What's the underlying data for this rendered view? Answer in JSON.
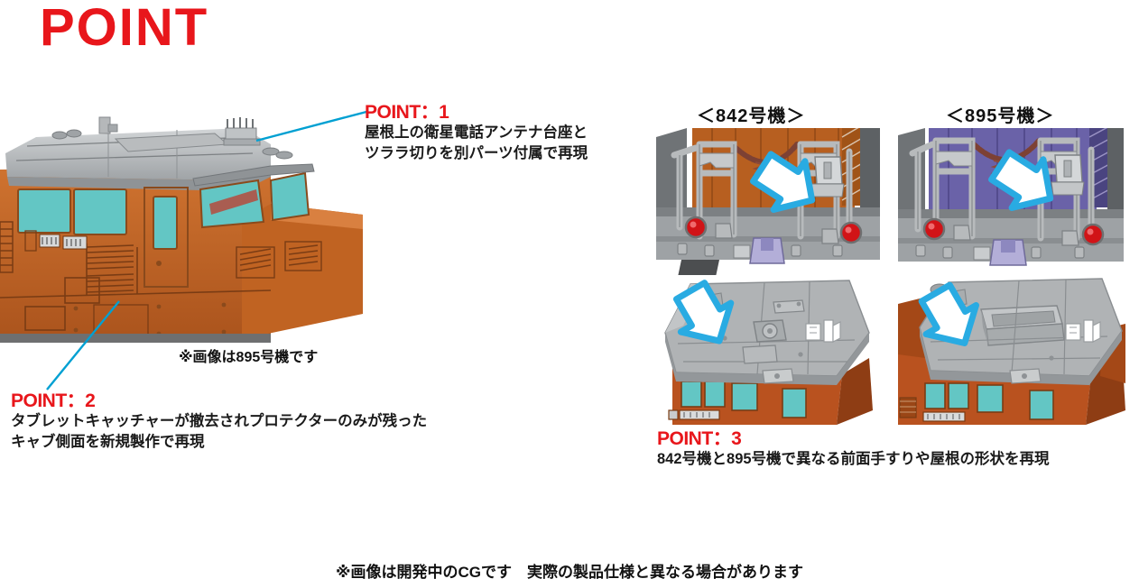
{
  "page": {
    "title": "POINT",
    "disclaimer": "※画像は開発中のCGです　実際の製品仕様と異なる場合があります"
  },
  "points": [
    {
      "id": "point1",
      "label": "POINT：1",
      "lines": [
        "屋根上の衛星電話アンテナ台座と",
        "ツララ切りを別パーツ付属で再現"
      ]
    },
    {
      "id": "point2",
      "label": "POINT：2",
      "lines": [
        "タブレットキャッチャーが撤去されプロテクターのみが残った",
        "キャブ側面を新規製作で再現"
      ]
    },
    {
      "id": "point3",
      "label": "POINT：3",
      "lines": [
        "842号機と895号機で異なる前面手すりや屋根の形状を再現"
      ]
    }
  ],
  "captions": {
    "main_image": "※画像は895号機です"
  },
  "variants": [
    {
      "id": "842",
      "header": "＜842号機＞"
    },
    {
      "id": "895",
      "header": "＜895号機＞"
    }
  ],
  "images": {
    "main": "locomotive-cab-side-cg",
    "front_842": "front-handrail-842-cg",
    "front_895": "front-handrail-895-cg",
    "roof_842": "roof-shape-842-cg",
    "roof_895": "roof-shape-895-cg"
  },
  "colors": {
    "accent_red": "#e8161b",
    "arrow_cyan": "#29abe2",
    "body_orange": "#c86a27",
    "body_purple": "#6a62a8",
    "roof_gray": "#b0b3b5",
    "window_teal": "#63c6c4",
    "leader_line": "#00a0d2"
  }
}
